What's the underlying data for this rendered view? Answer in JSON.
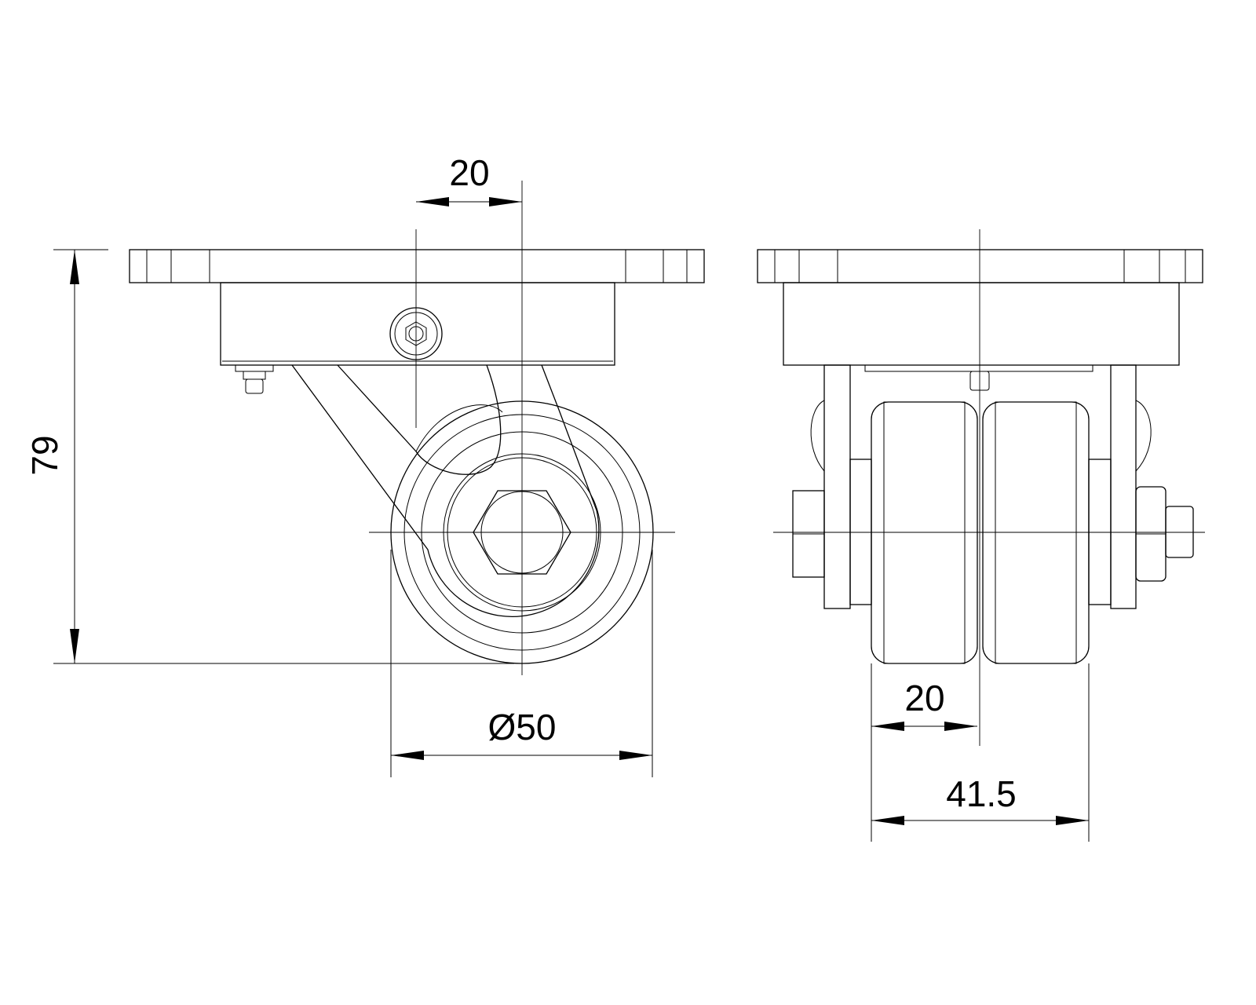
{
  "drawing": {
    "title": "Swivel twin-wheel caster, front and side view",
    "dimensions": {
      "offset": "20",
      "height": "79",
      "wheel_diameter": "Ø50",
      "wheel_width": "20",
      "overall_width": "41.5"
    },
    "line_color": "#000000",
    "background_color": "#ffffff"
  }
}
